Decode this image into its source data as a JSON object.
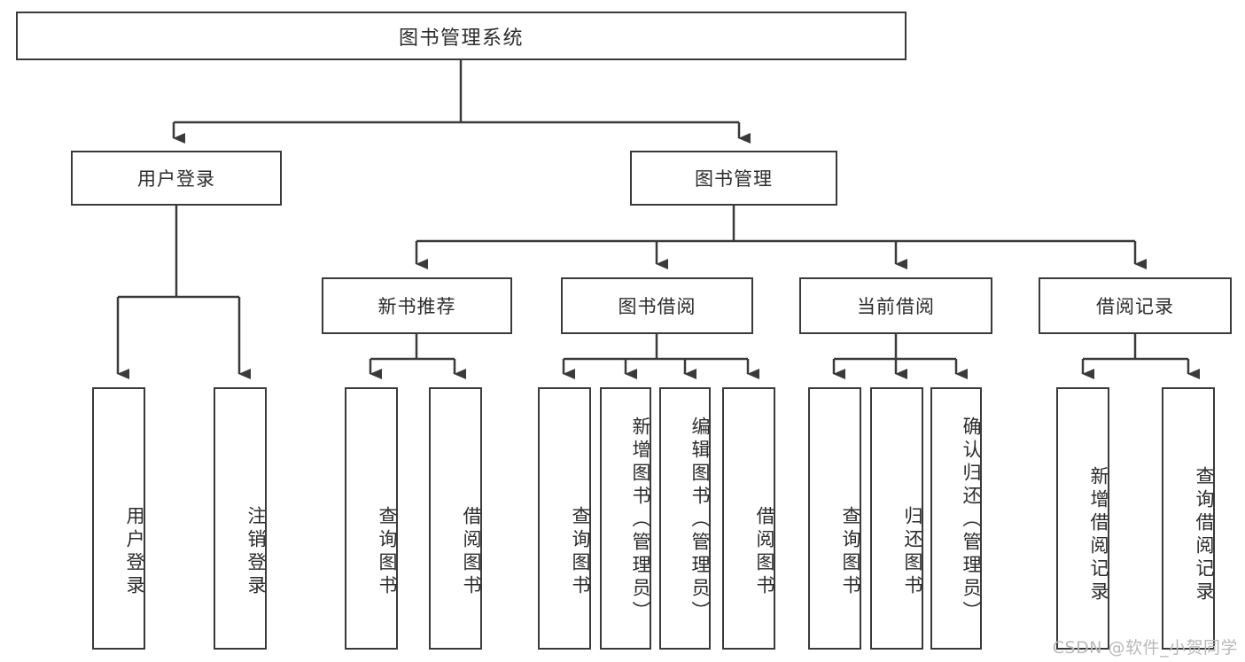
{
  "diagram": {
    "title": "图书管理系统",
    "type": "hierarchy-tree",
    "root": {
      "id": "root",
      "label": "图书管理系统"
    },
    "level2": [
      {
        "id": "user-login",
        "label": "用户登录"
      },
      {
        "id": "book-manage",
        "label": "图书管理"
      }
    ],
    "level3": [
      {
        "id": "new-book-rec",
        "label": "新书推荐",
        "parent": "book-manage"
      },
      {
        "id": "book-borrow",
        "label": "图书借阅",
        "parent": "book-manage"
      },
      {
        "id": "current-borrow",
        "label": "当前借阅",
        "parent": "book-manage"
      },
      {
        "id": "borrow-record",
        "label": "借阅记录",
        "parent": "book-manage"
      }
    ],
    "leaves": [
      {
        "id": "leaf-user-login",
        "label": "用户登录",
        "parent": "user-login"
      },
      {
        "id": "leaf-logout-login",
        "label": "注销登录",
        "parent": "user-login"
      },
      {
        "id": "leaf-query-book-1",
        "label": "查询图书",
        "parent": "new-book-rec"
      },
      {
        "id": "leaf-borrow-book-1",
        "label": "借阅图书",
        "parent": "new-book-rec"
      },
      {
        "id": "leaf-query-book-2",
        "label": "查询图书",
        "parent": "book-borrow"
      },
      {
        "id": "leaf-add-book",
        "label": "新增图书（管理员）",
        "parent": "book-borrow"
      },
      {
        "id": "leaf-edit-book",
        "label": "编辑图书（管理员）",
        "parent": "book-borrow"
      },
      {
        "id": "leaf-borrow-book-2",
        "label": "借阅图书",
        "parent": "book-borrow"
      },
      {
        "id": "leaf-query-book-3",
        "label": "查询图书",
        "parent": "current-borrow"
      },
      {
        "id": "leaf-return-book",
        "label": "归还图书",
        "parent": "current-borrow"
      },
      {
        "id": "leaf-confirm-return",
        "label": "确认归还（管理员）",
        "parent": "current-borrow"
      },
      {
        "id": "leaf-add-record",
        "label": "新增借阅记录",
        "parent": "borrow-record"
      },
      {
        "id": "leaf-query-record",
        "label": "查询借阅记录",
        "parent": "borrow-record"
      }
    ],
    "colors": {
      "border": "#3a3a3a",
      "text": "#2b2b2b",
      "background": "#ffffff",
      "connector": "#3a3a3a",
      "watermark": "#b9b9b9"
    }
  },
  "watermark": {
    "text": "CSDN @软件_小贺同学"
  }
}
